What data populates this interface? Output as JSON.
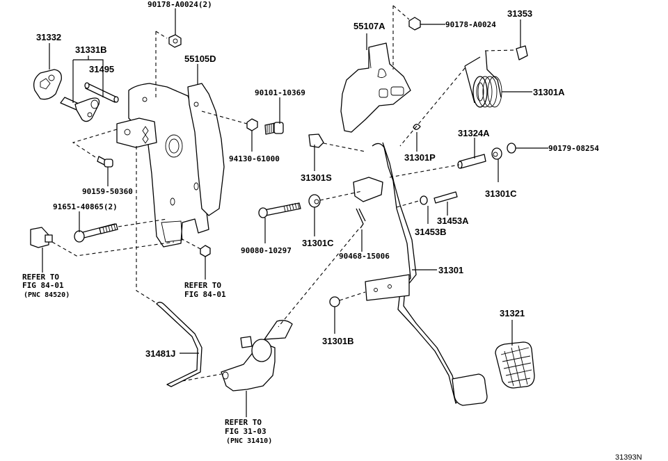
{
  "diagram": {
    "title": "Clutch pedal assembly parts diagram",
    "figure_code": "31393N",
    "labels": {
      "p31332": "31332",
      "p31331B": "31331B",
      "p31495": "31495",
      "p90178A0024_2": "90178-A0024(2)",
      "p55105D": "55105D",
      "p90101_10369": "90101-10369",
      "p94130_61000": "94130-61000",
      "p90159_50360": "90159-50360",
      "p91651_40865_2": "91651-40865(2)",
      "p55107A": "55107A",
      "p90178A0024": "90178-A0024",
      "p31353": "31353",
      "p31301A": "31301A",
      "p31324A": "31324A",
      "p90179_08254": "90179-08254",
      "p31301C_right": "31301C",
      "p31301P": "31301P",
      "p31301S": "31301S",
      "p31453A": "31453A",
      "p31453B": "31453B",
      "p90080_10297": "90080-10297",
      "p31301C_left": "31301C",
      "p90468_15006": "90468-15006",
      "p31301": "31301",
      "p31301B": "31301B",
      "p31321": "31321",
      "p31481J": "31481J"
    },
    "references": {
      "switch": {
        "line1": "REFER TO",
        "line2": "FIG 84-01",
        "line3": "(PNC 84520)"
      },
      "nut": {
        "line1": "REFER TO",
        "line2": "FIG 84-01"
      },
      "master_cylinder": {
        "line1": "REFER TO",
        "line2": "FIG 31-03",
        "line3": "(PNC 31410)"
      }
    }
  }
}
